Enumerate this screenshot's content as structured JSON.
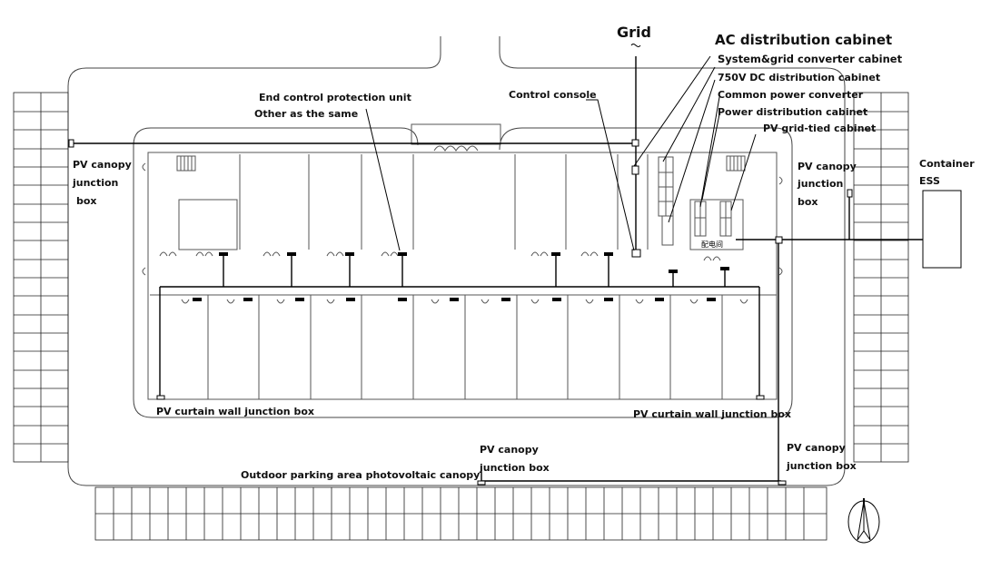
{
  "labels": {
    "grid": "Grid",
    "ac_cabinet": "AC distribution cabinet",
    "sys_grid_converter": "System&grid converter cabinet",
    "dc_750v": "750V DC distribution cabinet",
    "common_power_converter": "Common power converter",
    "power_distribution": "Power distribution cabinet",
    "pv_grid_tied": "PV grid-tied cabinet",
    "end_control_1": "End control protection unit",
    "end_control_2": "Other as the same",
    "control_console": "Control console",
    "canopy_left": [
      "PV canopy",
      "junction",
      "box"
    ],
    "canopy_right_top": [
      "PV canopy",
      "junction",
      "box"
    ],
    "container_ess": [
      "Container",
      "ESS"
    ],
    "curtain_left": "PV curtain wall junction box",
    "curtain_right": "PV curtain wall junction box",
    "canopy_bottom_mid": [
      "PV canopy",
      "junction box"
    ],
    "canopy_bottom_right": [
      "PV canopy",
      "junction box"
    ],
    "parking": "Outdoor parking area photovoltaic canopy",
    "room_cn": "配电间"
  },
  "colors": {
    "line": "#000000",
    "wall": "#444444",
    "background": "#ffffff"
  }
}
